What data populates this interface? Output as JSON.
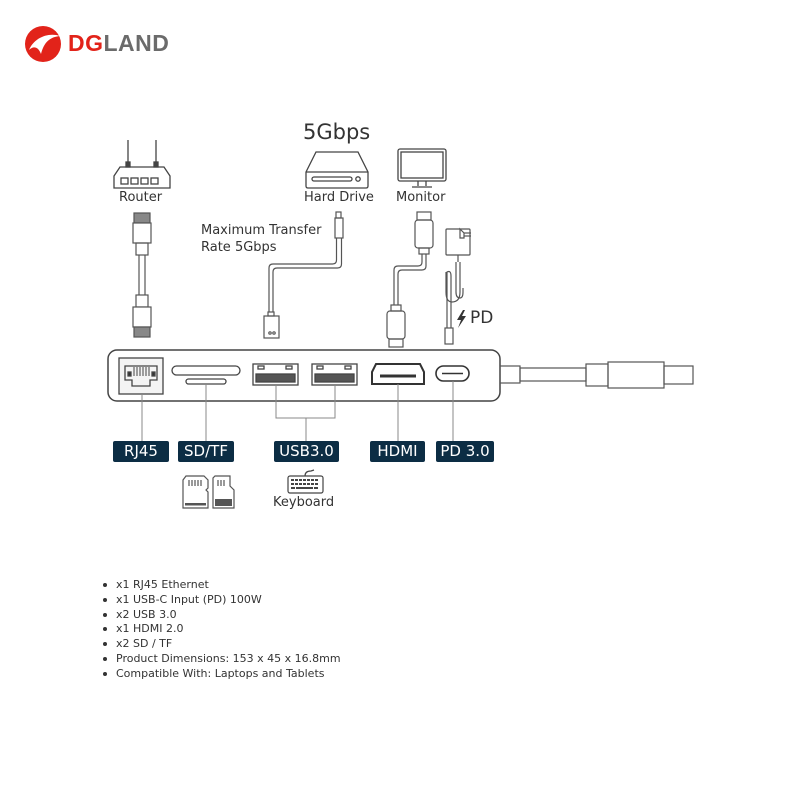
{
  "brand": {
    "name_part1": "DG",
    "name_part2": "LAND",
    "primary_color": "#e2231a",
    "secondary_color": "#6b6b6b"
  },
  "diagram": {
    "speed_heading": "5Gbps",
    "transfer_note_line1": "Maximum Transfer",
    "transfer_note_line2": "Rate 5Gbps",
    "pd_indicator": "PD",
    "devices": [
      {
        "id": "router",
        "label": "Router",
        "icon": "router-icon"
      },
      {
        "id": "hard-drive",
        "label": "Hard Drive",
        "icon": "hard-drive-icon"
      },
      {
        "id": "monitor",
        "label": "Monitor",
        "icon": "monitor-icon"
      },
      {
        "id": "keyboard",
        "label": "Keyboard",
        "icon": "keyboard-icon"
      }
    ],
    "ports": [
      {
        "id": "rj45",
        "label": "RJ45"
      },
      {
        "id": "sdtf",
        "label": "SD/TF"
      },
      {
        "id": "usb",
        "label": "USB3.0"
      },
      {
        "id": "hdmi",
        "label": "HDMI"
      },
      {
        "id": "pd",
        "label": "PD 3.0"
      }
    ],
    "label_color": "#0c2d44"
  },
  "specs": [
    "x1 RJ45 Ethernet",
    "x1 USB-C Input (PD) 100W",
    "x2 USB 3.0",
    "x1 HDMI 2.0",
    "x2 SD / TF",
    "Product Dimensions: 153 x 45 x 16.8mm",
    "Compatible With: Laptops and Tablets"
  ]
}
